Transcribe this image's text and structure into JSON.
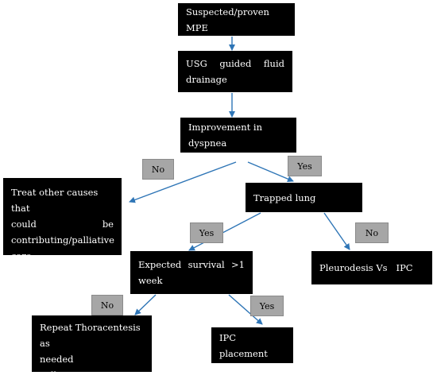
{
  "nodes": {
    "start": "Suspected/proven MPE",
    "usg_line1": "USG guided fluid",
    "usg_line2": "drainage",
    "dyspnea": "Improvement in dyspnea",
    "treat_other_line1": "Treat other causes that",
    "treat_other_line2": "could be",
    "treat_other_line3": "contributing/palliative",
    "treat_other_line4": "care",
    "trapped": "Trapped lung",
    "survival_line1": "Expected survival >1",
    "survival_line2": "week",
    "pleurodesis": "Pleurodesis Vs   IPC",
    "repeat_line1": "Repeat Thoracentesis as",
    "repeat_line2": "needed",
    "repeat_line3": "Palliative care",
    "ipc": "IPC placement"
  },
  "labels": {
    "no_dyspnea": "No",
    "yes_dyspnea": "Yes",
    "yes_trapped": "Yes",
    "no_trapped": "No",
    "no_survival": "No",
    "yes_survival": "Yes"
  },
  "colors": {
    "node_fill": "#000000",
    "node_text": "#ffffff",
    "label_fill": "#a6a6a6",
    "arrow": "#2e75b6"
  }
}
